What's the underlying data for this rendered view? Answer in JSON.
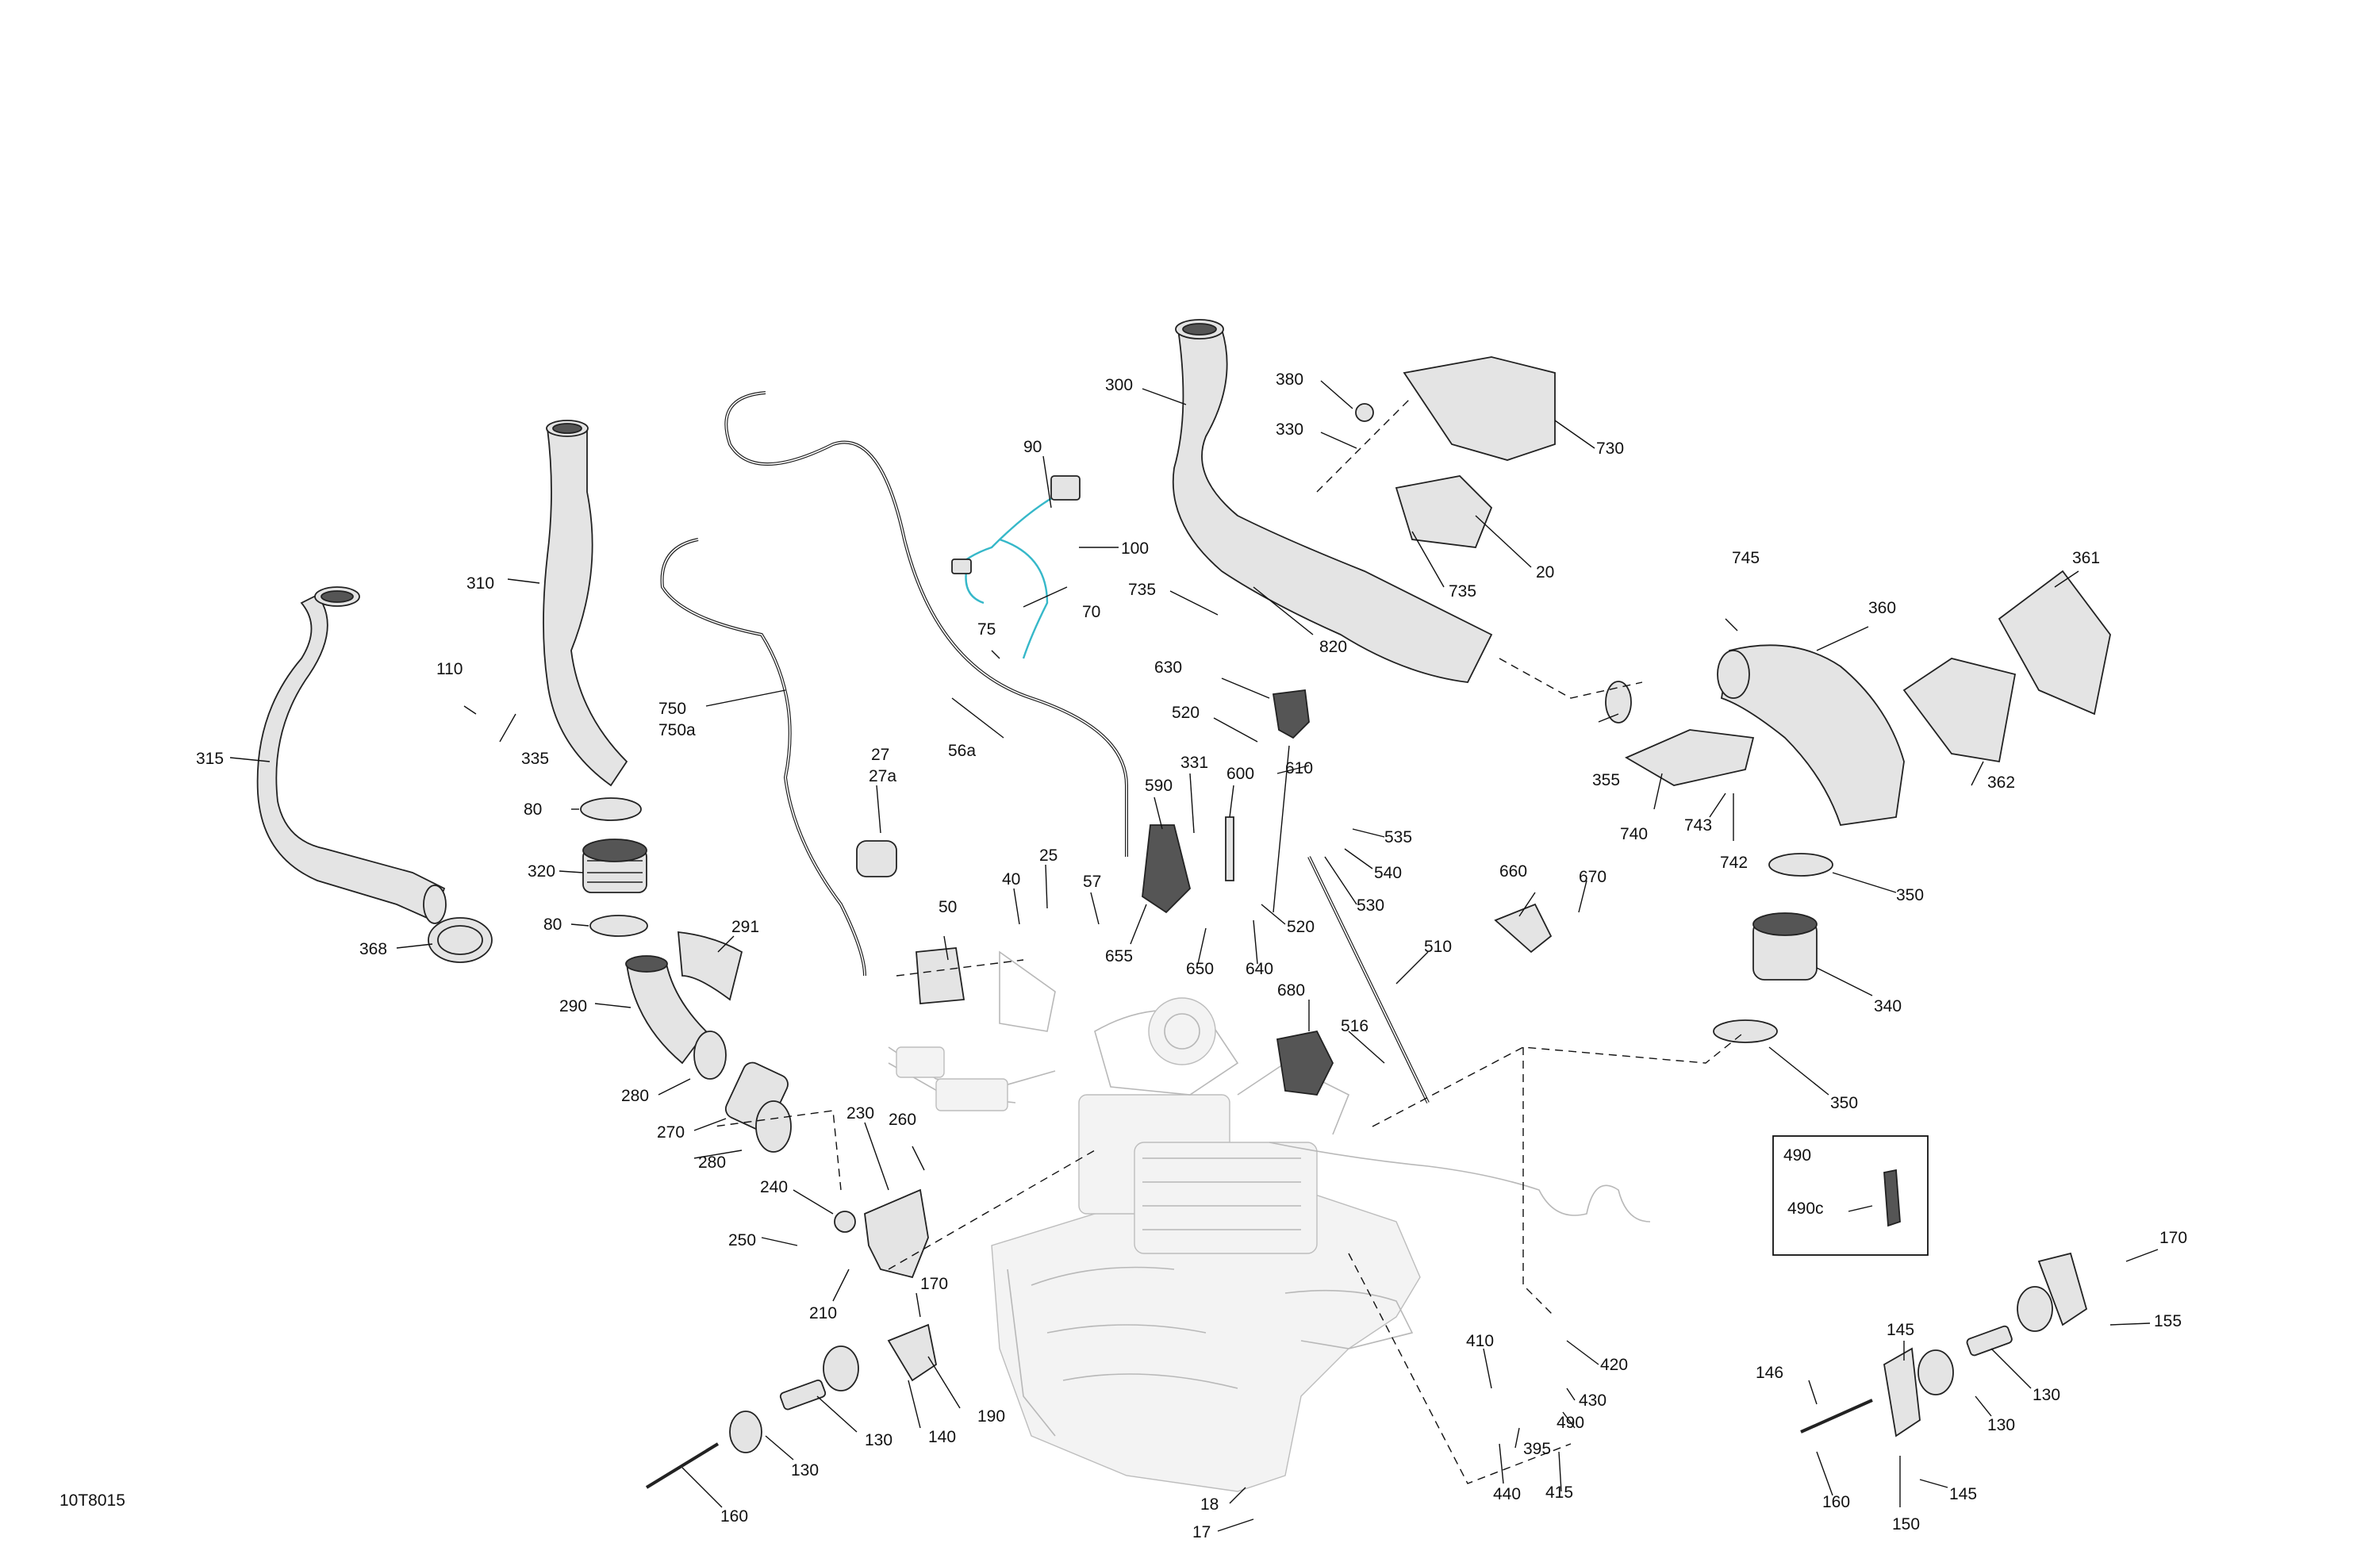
{
  "diagram_code": "10T8015",
  "accent_color": "#36b8c9",
  "inset": {
    "title": "490",
    "label": "490c"
  },
  "labels": {
    "l300": "300",
    "l380": "380",
    "l330": "330",
    "l730": "730",
    "l20": "20",
    "l735a": "735",
    "l735b": "735",
    "l820": "820",
    "l90": "90",
    "l100": "100",
    "l70": "70",
    "l75": "75",
    "l310": "310",
    "l315": "315",
    "l110": "110",
    "l335": "335",
    "l750": "750",
    "l750a": "750a",
    "l56a": "56a",
    "l27": "27",
    "l27a": "27a",
    "l745": "745",
    "l360": "360",
    "l361": "361",
    "l355": "355",
    "l740": "740",
    "l743": "743",
    "l742": "742",
    "l362": "362",
    "l350a": "350",
    "l340": "340",
    "l350b": "350",
    "l630": "630",
    "l520a": "520",
    "l610": "610",
    "l331": "331",
    "l600": "600",
    "l590": "590",
    "l535": "535",
    "l540": "540",
    "l530": "530",
    "l520b": "520",
    "l640": "640",
    "l650": "650",
    "l655": "655",
    "l57": "57",
    "l25": "25",
    "l40": "40",
    "l50": "50",
    "l80a": "80",
    "l320": "320",
    "l80b": "80",
    "l291": "291",
    "l290": "290",
    "l368": "368",
    "l280a": "280",
    "l270": "270",
    "l280b": "280",
    "l230": "230",
    "l260": "260",
    "l240": "240",
    "l250": "250",
    "l210": "210",
    "l170a": "170",
    "l190": "190",
    "l140": "140",
    "l130a": "130",
    "l130b": "130",
    "l160a": "160",
    "l660": "660",
    "l670": "670",
    "l510": "510",
    "l680": "680",
    "l516": "516",
    "l410": "410",
    "l420": "420",
    "l430": "430",
    "l490": "490",
    "l395": "395",
    "l440": "440",
    "l415": "415",
    "l18": "18",
    "l17": "17",
    "l170b": "170",
    "l155": "155",
    "l145a": "145",
    "l146": "146",
    "l130c": "130",
    "l130d": "130",
    "l160b": "160",
    "l150": "150",
    "l145b": "145"
  }
}
